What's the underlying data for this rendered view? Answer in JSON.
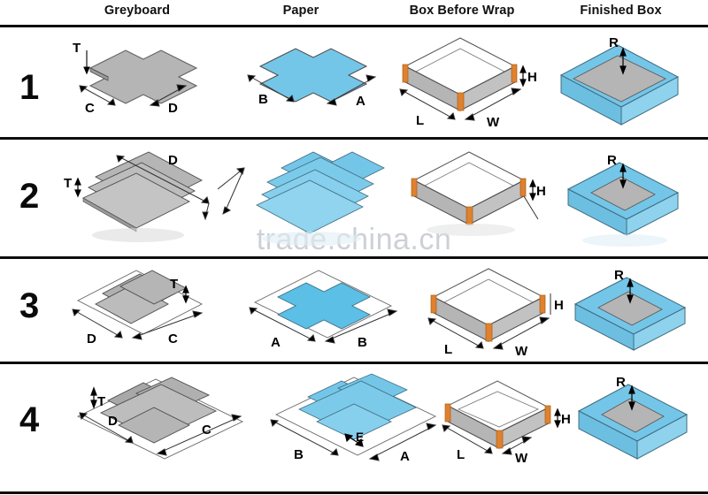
{
  "header": {
    "columns": [
      {
        "label": "Greyboard"
      },
      {
        "label": "Paper"
      },
      {
        "label": "Box Before Wrap"
      },
      {
        "label": "Finished Box"
      }
    ]
  },
  "watermark": {
    "text": "trade.china.cn"
  },
  "colors": {
    "paper_blue": "#74c6e8",
    "paper_blue_dark": "#57b0d8",
    "paper_blue_side": "#8ed2ee",
    "greyboard": "#b5b5b5",
    "greyboard_dark": "#9a9a9a",
    "greyboard_light": "#c9c9c9",
    "tape_orange": "#e0812f",
    "tape_orange_dark": "#c96d1f",
    "outline": "#3a3a3a",
    "rule_black": "#0d0d0d",
    "white": "#ffffff",
    "watermark_grey": "#c9cdd2"
  },
  "rows": [
    {
      "number": "1",
      "greyboard": {
        "labels": [
          "T",
          "C",
          "D"
        ]
      },
      "paper": {
        "labels": [
          "B",
          "A"
        ]
      },
      "box_before_wrap": {
        "labels": [
          "H",
          "L",
          "W"
        ]
      },
      "finished_box": {
        "labels": [
          "R"
        ]
      }
    },
    {
      "number": "2",
      "greyboard": {
        "labels": [
          "T",
          "D"
        ]
      },
      "paper": {
        "labels": []
      },
      "box_before_wrap": {
        "labels": [
          "H"
        ]
      },
      "finished_box": {
        "labels": [
          "R"
        ]
      }
    },
    {
      "number": "3",
      "greyboard": {
        "labels": [
          "T",
          "D",
          "C"
        ]
      },
      "paper": {
        "labels": [
          "A",
          "B"
        ]
      },
      "box_before_wrap": {
        "labels": [
          "H",
          "L",
          "W"
        ]
      },
      "finished_box": {
        "labels": [
          "R"
        ]
      }
    },
    {
      "number": "4",
      "greyboard": {
        "labels": [
          "T",
          "D",
          "C"
        ]
      },
      "paper": {
        "labels": [
          "B",
          "E",
          "A"
        ]
      },
      "box_before_wrap": {
        "labels": [
          "H",
          "L",
          "W"
        ]
      },
      "finished_box": {
        "labels": [
          "R"
        ]
      }
    }
  ]
}
